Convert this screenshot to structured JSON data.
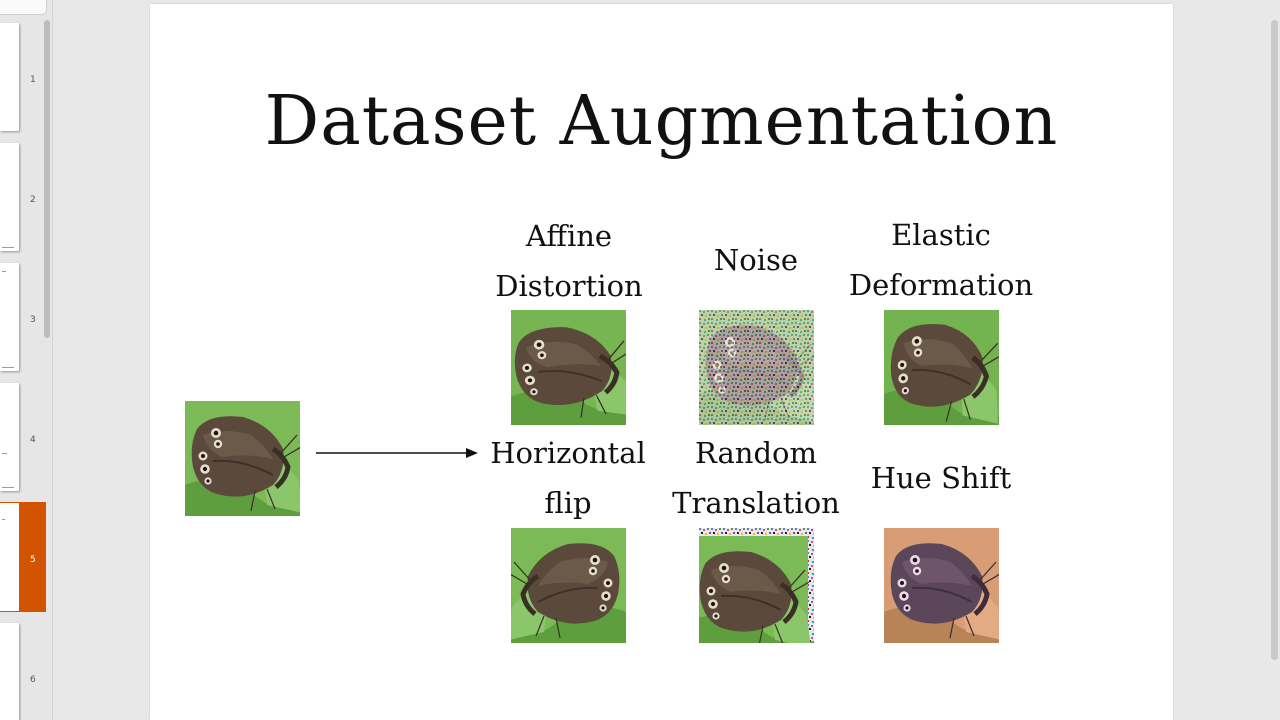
{
  "app": {
    "slide_numbers": [
      "1",
      "2",
      "3",
      "4",
      "5",
      "6"
    ],
    "active_slide_index": 4,
    "accent_color": "#d35400"
  },
  "slide": {
    "title": "Dataset Augmentation",
    "augmentations": [
      {
        "label_line1": "Affine",
        "label_line2": "Distortion",
        "effect": "affine"
      },
      {
        "label_line1": "Noise",
        "label_line2": "",
        "effect": "noise"
      },
      {
        "label_line1": "Elastic",
        "label_line2": "Deformation",
        "effect": "elastic"
      },
      {
        "label_line1": "Horizontal",
        "label_line2": "flip",
        "effect": "flip"
      },
      {
        "label_line1": "Random",
        "label_line2": "Translation",
        "effect": "translation"
      },
      {
        "label_line1": "Hue Shift",
        "label_line2": "",
        "effect": "hue"
      }
    ],
    "icons": {
      "original": "butterfly-image",
      "arrow": "right-arrow-icon"
    }
  }
}
